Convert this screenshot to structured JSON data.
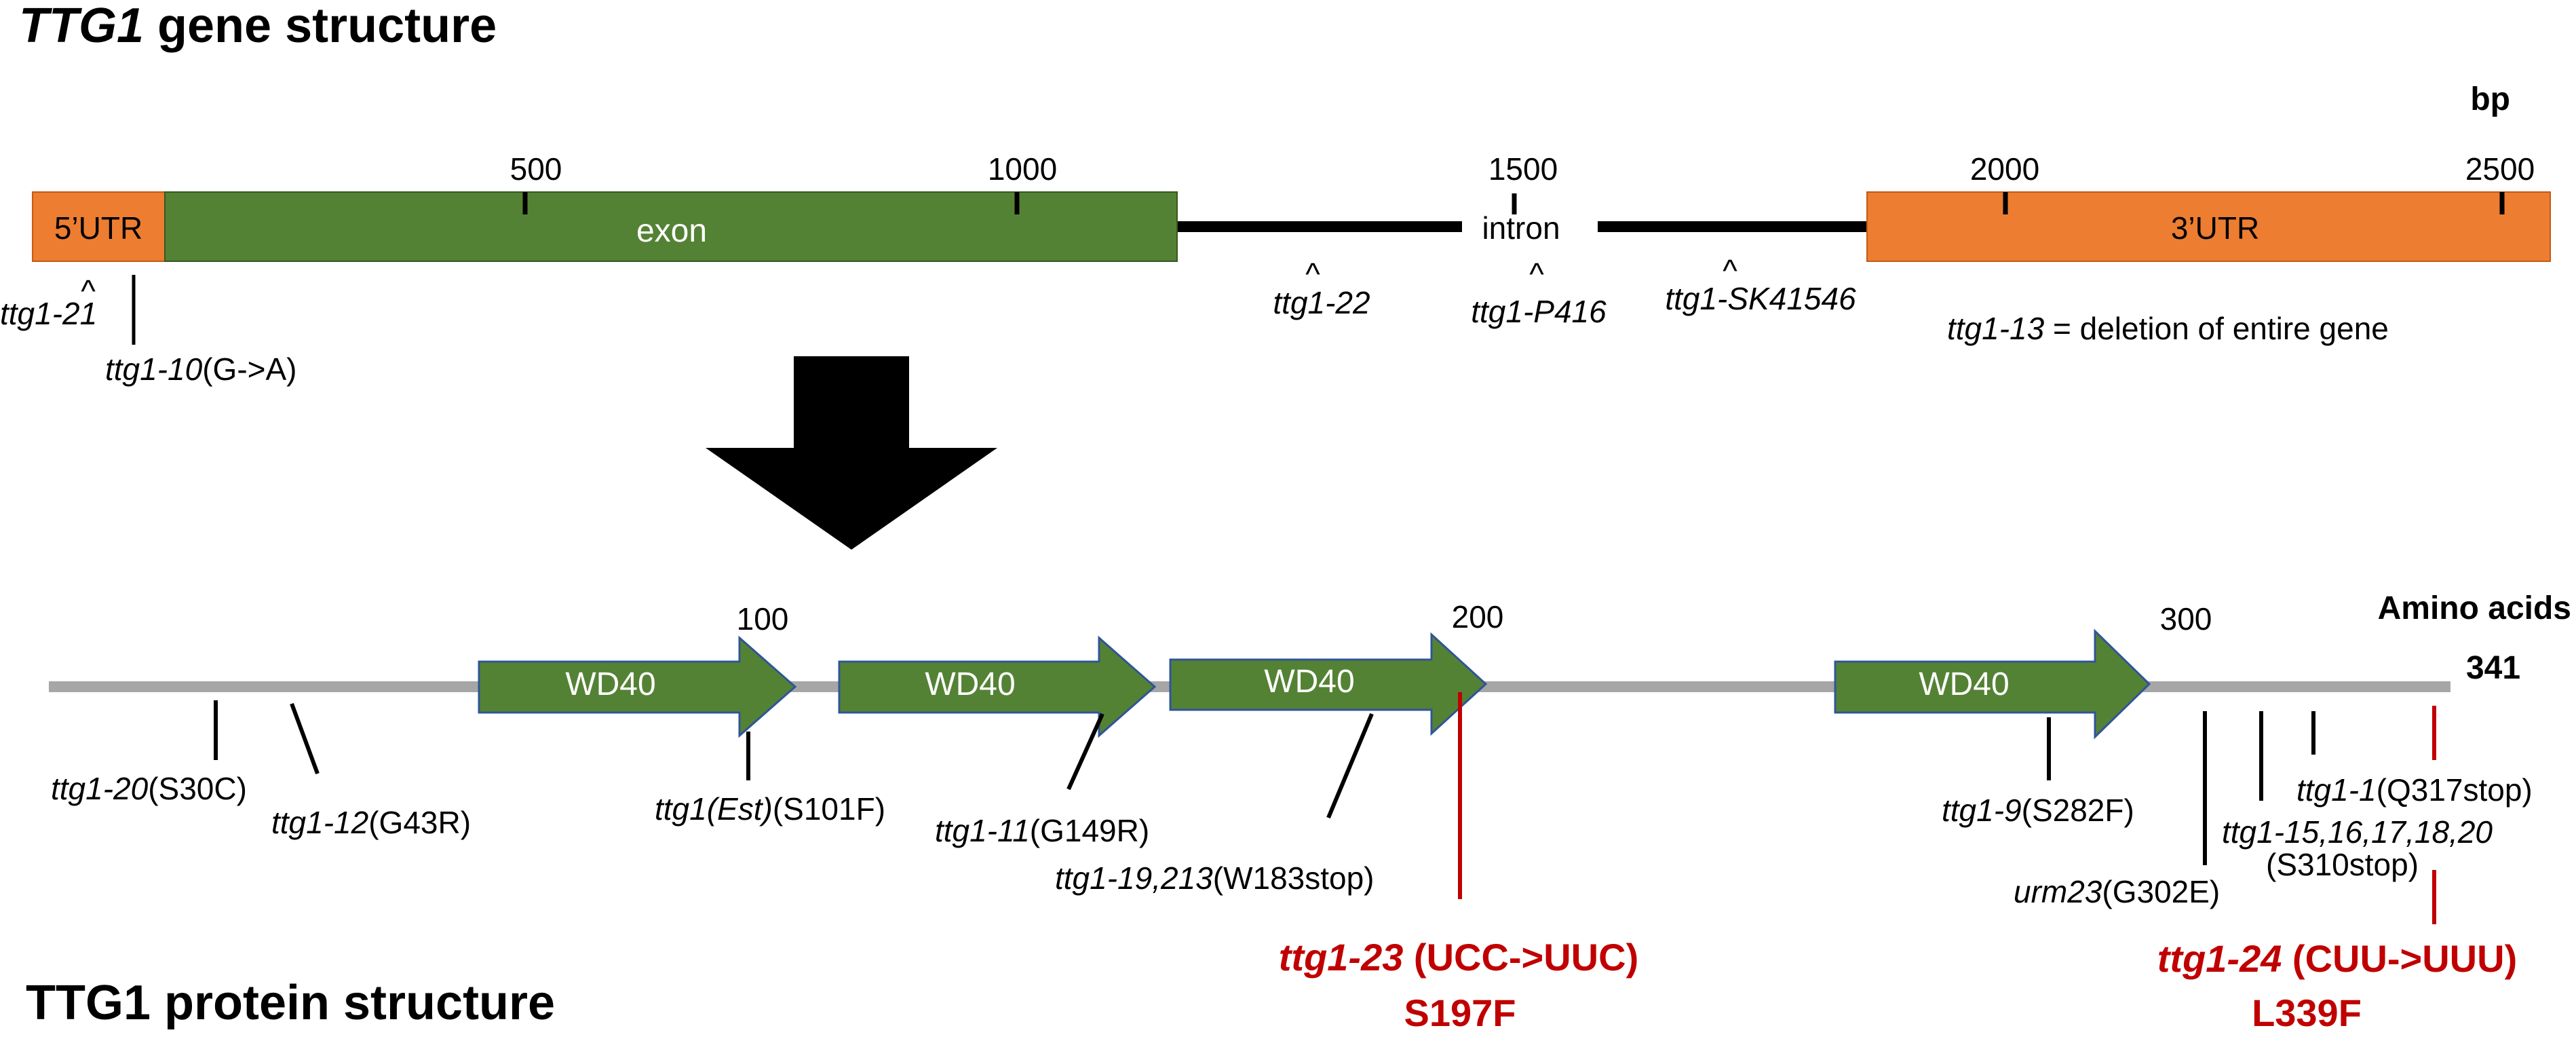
{
  "colors": {
    "utr": "#ed7d31",
    "exon": "#548235",
    "domain": "#548235",
    "domain_border": "#2f5597",
    "protein_line": "#a6a6a6",
    "highlight": "#c00000"
  },
  "gene": {
    "title_italic": "TTG1",
    "title_rest": " gene structure",
    "unit": "bp",
    "ticks": [
      "500",
      "1000",
      "1500",
      "2000",
      "2500"
    ],
    "utr5": "5’UTR",
    "exon": "exon",
    "intron": "intron",
    "utr3": "3’UTR",
    "caret": "^",
    "mutations": {
      "ttg1_21": "ttg1-21",
      "ttg1_10_name": "ttg1-10",
      "ttg1_10_change": "(G->A)",
      "ttg1_22": "ttg1-22",
      "ttg1_p416": "ttg1-P416",
      "ttg1_sk41546": "ttg1-SK41546",
      "ttg1_13_name": "ttg1-13",
      "ttg1_13_desc": " = deletion of entire gene"
    }
  },
  "protein": {
    "title": "TTG1 protein structure",
    "unit": "Amino acids",
    "length": "341",
    "ticks": [
      "100",
      "200",
      "300"
    ],
    "domain_label": "WD40",
    "mutations": {
      "ttg1_20_name": "ttg1-20",
      "ttg1_20_change": "(S30C)",
      "ttg1_12_name": "ttg1-12",
      "ttg1_12_change": "(G43R)",
      "ttg1_est_a": "ttg1(",
      "ttg1_est_b": "Est",
      "ttg1_est_c": ")",
      "ttg1_est_change": "(S101F)",
      "ttg1_11_name": "ttg1-11",
      "ttg1_11_change": "(G149R)",
      "ttg1_19_name": "ttg1-19,213",
      "ttg1_19_change": "(W183stop)",
      "ttg1_9_name": "ttg1-9",
      "ttg1_9_change": "(S282F)",
      "urm23_name": "urm23",
      "urm23_change": "(G302E)",
      "ttg1_1_name": "ttg1-1",
      "ttg1_1_change": "(Q317stop)",
      "ttg1_15_name": "ttg1-15,16,17,18,20",
      "ttg1_15_change": "(S310stop)",
      "ttg1_23_name": "ttg1-23",
      "ttg1_23_codon": " (UCC->UUC)",
      "ttg1_23_aa": "S197F",
      "ttg1_24_name": "ttg1-24",
      "ttg1_24_codon": " (CUU->UUU)",
      "ttg1_24_aa": "L339F"
    }
  }
}
